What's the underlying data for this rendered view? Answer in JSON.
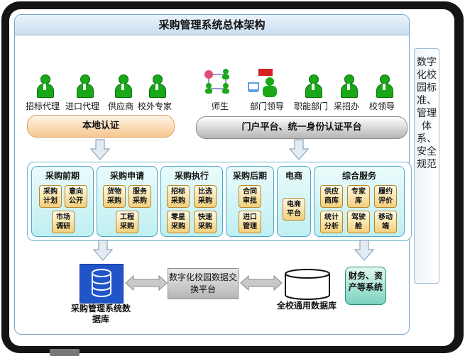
{
  "title": "采购管理系统总体架构",
  "sidebar_text": "数字化校园标准、管理体系、安全规范",
  "users_left": [
    "招标代理",
    "进口代理",
    "供应商",
    "校外专家"
  ],
  "users_right": [
    "师生",
    "部门领导",
    "职能部门",
    "采招办",
    "校领导"
  ],
  "auth": {
    "local": "本地认证",
    "portal": "门户平台、统一身份认证平台"
  },
  "groups": [
    {
      "title": "采购前期",
      "items": [
        "采购\n计划",
        "意向\n公开",
        "市场\n调研"
      ]
    },
    {
      "title": "采购申请",
      "items": [
        "货物\n采购",
        "服务\n采购",
        "工程\n采购"
      ]
    },
    {
      "title": "采购执行",
      "items": [
        "招标\n采购",
        "比选\n采购",
        "零星\n采购",
        "快速\n采购"
      ]
    },
    {
      "title": "采购后期",
      "items": [
        "合同\n审批",
        "进口\n管理"
      ]
    },
    {
      "title": "电商",
      "items": [
        "电商\n平台"
      ]
    },
    {
      "title": "综合服务",
      "items": [
        "供应\n商库",
        "专家\n库",
        "履约\n评价",
        "统计\n分析",
        "驾驶\n舱",
        "移动\n端"
      ]
    }
  ],
  "database": {
    "procurement_db": "采购管理系统数据库",
    "exchange": "数字化校园数据交换平台",
    "campus_db": "全校通用数据库",
    "finance": "财务、资产等系统"
  },
  "colors": {
    "user_green": "#18a818",
    "group_cyan": "#bfeff1",
    "item_yellow": "#f3cf7a",
    "db_blue": "#1f55c8"
  }
}
